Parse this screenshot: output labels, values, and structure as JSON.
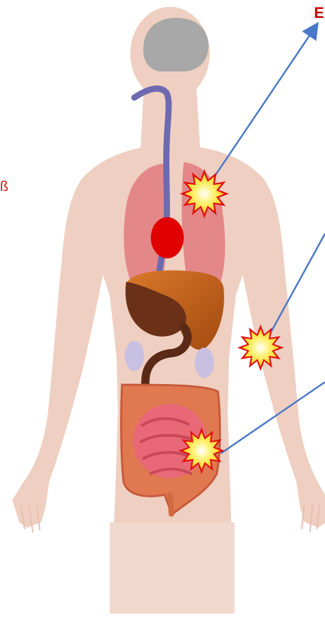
{
  "marks": {
    "top_right_letter": "E",
    "left_edge_glyph": "ß"
  },
  "colors": {
    "body_skin": "#efcfc1",
    "brain": "#a8a8a8",
    "esophagus": "#6e6ab0",
    "lungs": "#e06870",
    "heart": "#e00000",
    "liver": "#c05a14",
    "stomach": "#6a3018",
    "kidneys": "#c8c0e0",
    "large_intestine": "#e07850",
    "small_intestine": "#e86878",
    "arrow": "#4a78c8",
    "burst_outer": "#e01010",
    "burst_inner": "#ffe030"
  },
  "callouts": [
    {
      "name": "lung-burst",
      "target": "lungs"
    },
    {
      "name": "arm-burst",
      "target": "arm"
    },
    {
      "name": "intestine-burst",
      "target": "intestine"
    }
  ]
}
